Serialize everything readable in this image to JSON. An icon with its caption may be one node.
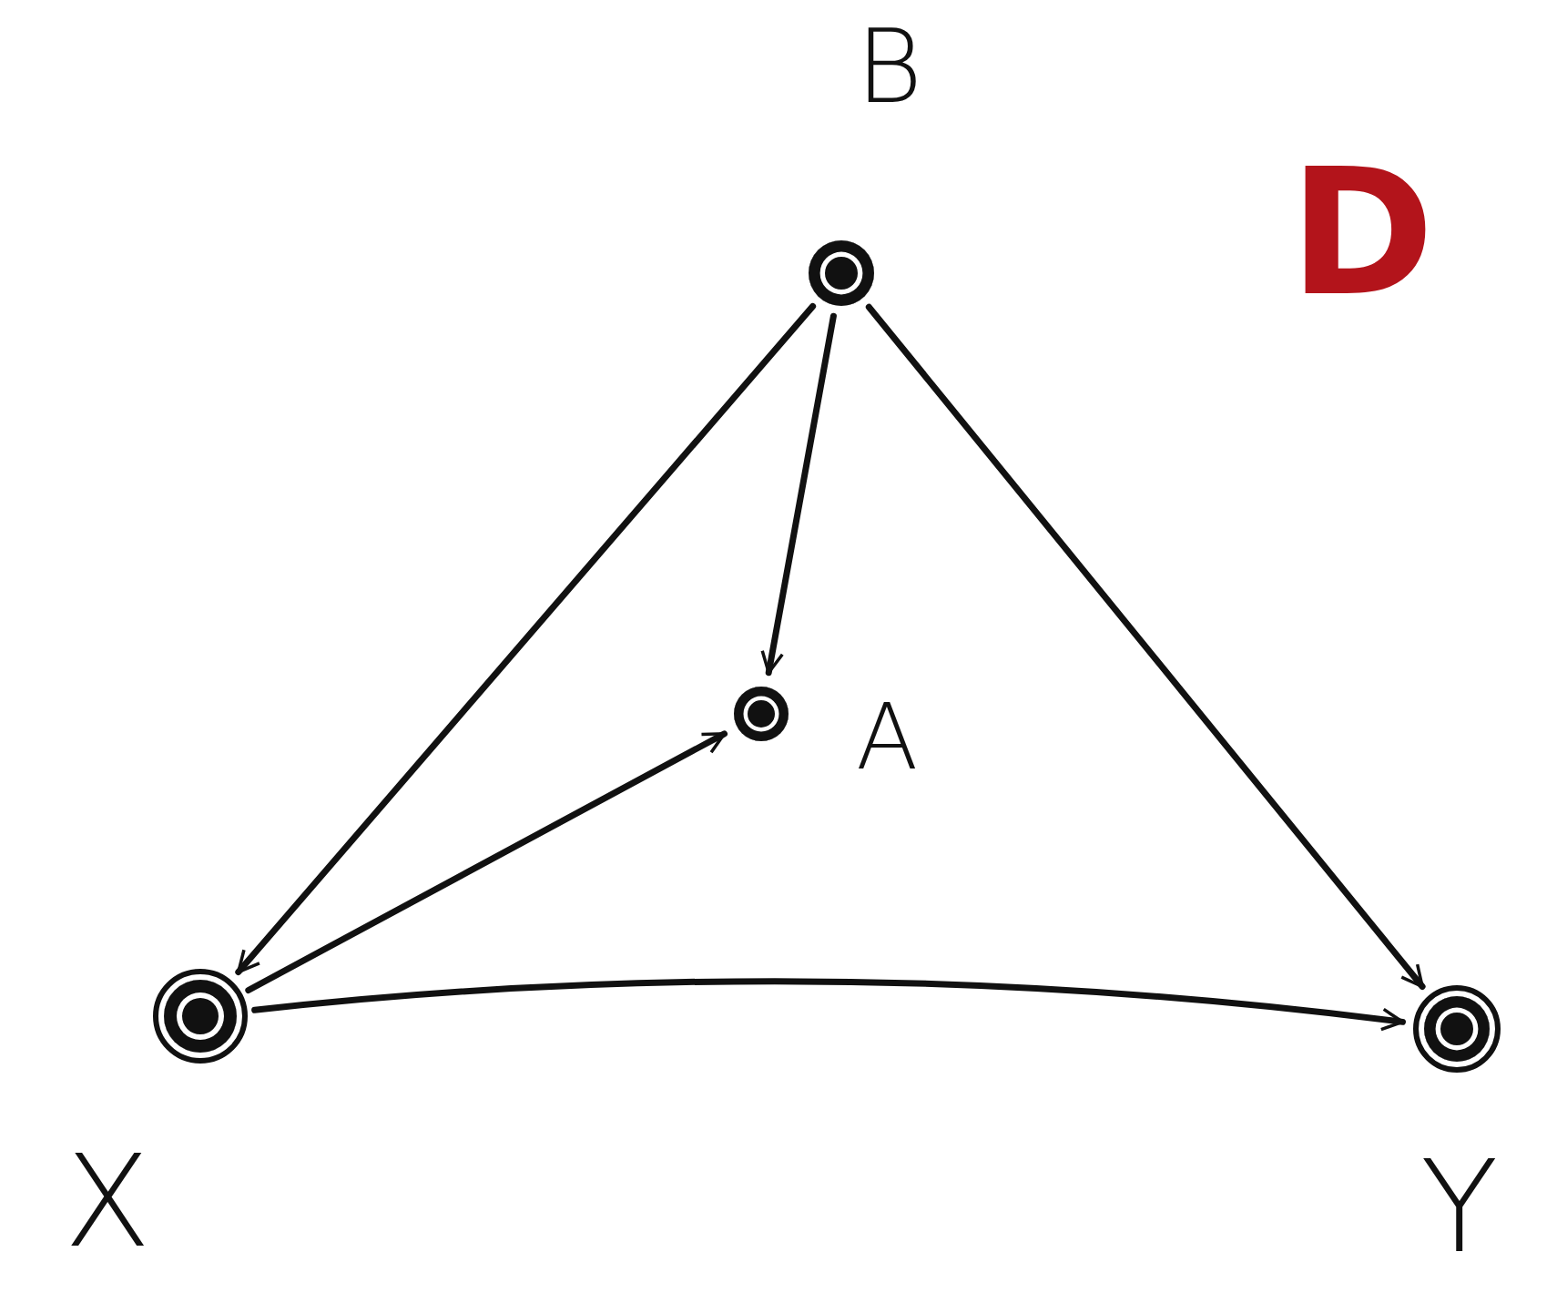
{
  "diagram": {
    "nodes": [
      {
        "text": [
          "B"
        ]
      },
      {
        "text": [
          "A"
        ]
      },
      {
        "text": [
          "X"
        ]
      },
      {
        "text": [
          "Y"
        ]
      }
    ],
    "edges": [
      {
        "from": 0,
        "to": 2,
        "arrow": "to"
      },
      {
        "from": 0,
        "to": 1,
        "arrow": "to"
      },
      {
        "from": 0,
        "to": 3,
        "arrow": "to"
      },
      {
        "from": 2,
        "to": 1,
        "arrow": "to"
      },
      {
        "from": 2,
        "to": 3,
        "arrow": "to"
      }
    ],
    "labels": [
      "D"
    ]
  }
}
